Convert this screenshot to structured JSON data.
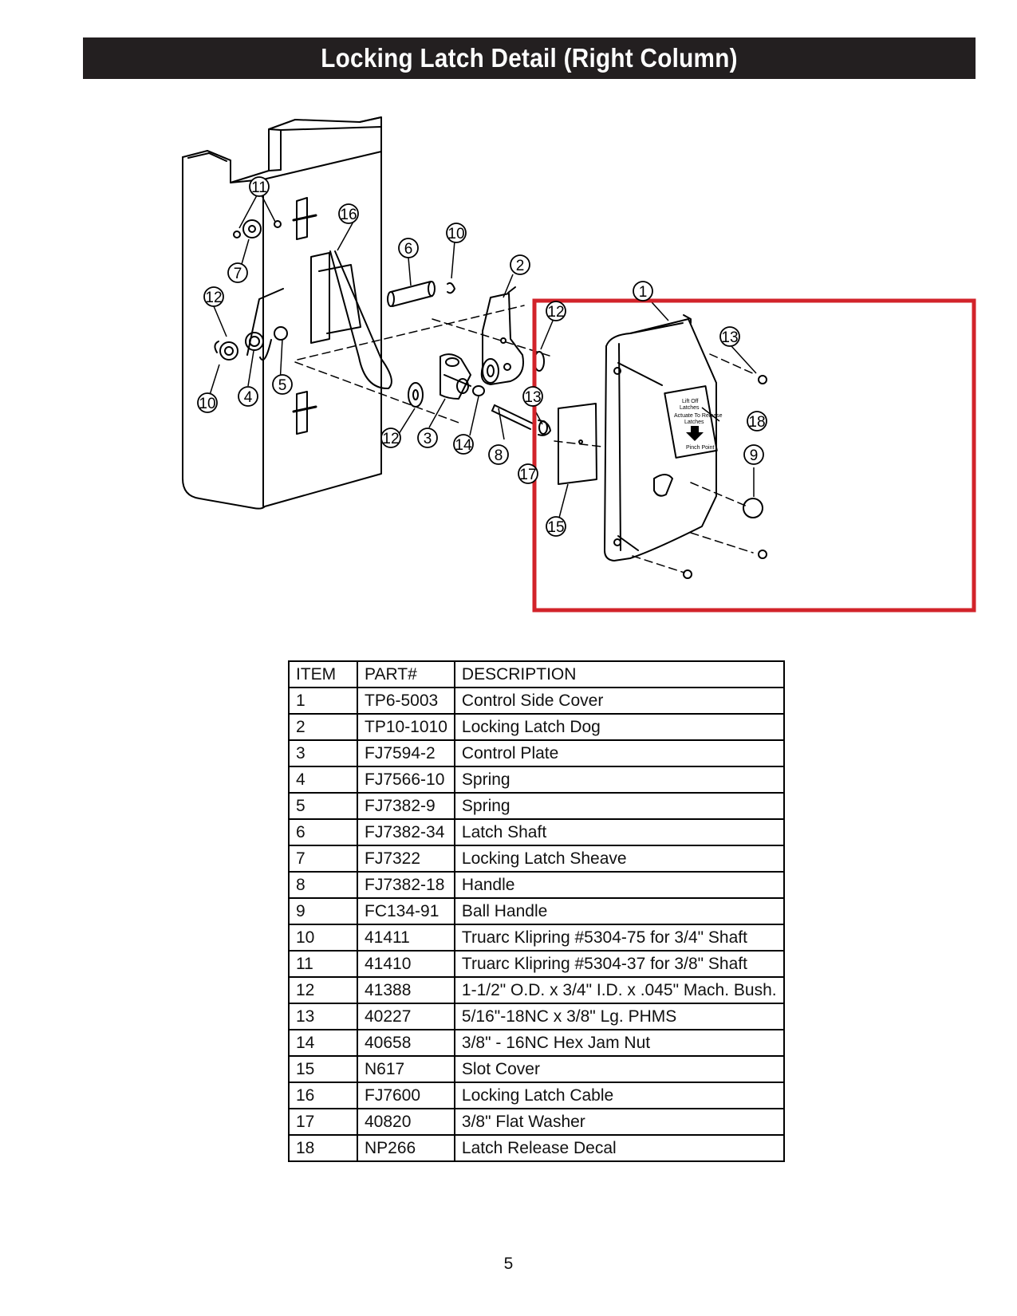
{
  "header": {
    "title": "Locking Latch Detail (Right Column)"
  },
  "diagram": {
    "callouts": {
      "c11": "11",
      "c16": "16",
      "c10a": "10",
      "c6": "6",
      "c2": "2",
      "c7": "7",
      "c12a": "12",
      "c1": "1",
      "c12b": "12",
      "c13": "13",
      "c10b": "10",
      "c4": "4",
      "c5": "5",
      "c13b": "13",
      "c18": "18",
      "c12c": "12",
      "c3": "3",
      "c14": "14",
      "c8": "8",
      "c9": "9",
      "c17": "17",
      "c15": "15"
    },
    "decal_lines": [
      "Lift Off",
      "Latches",
      "Actuate To Release",
      "Latches",
      "Pinch Point"
    ],
    "highlight_color": "#d2232a"
  },
  "table": {
    "headers": [
      "ITEM",
      "PART#",
      "DESCRIPTION"
    ],
    "rows": [
      [
        "1",
        "TP6-5003",
        "Control Side Cover"
      ],
      [
        "2",
        "TP10-1010",
        "Locking Latch Dog"
      ],
      [
        "3",
        "FJ7594-2",
        "Control Plate"
      ],
      [
        "4",
        "FJ7566-10",
        "Spring"
      ],
      [
        "5",
        "FJ7382-9",
        "Spring"
      ],
      [
        "6",
        "FJ7382-34",
        "Latch Shaft"
      ],
      [
        "7",
        "FJ7322",
        "Locking Latch Sheave"
      ],
      [
        "8",
        "FJ7382-18",
        "Handle"
      ],
      [
        "9",
        "FC134-91",
        "Ball Handle"
      ],
      [
        "10",
        "41411",
        "Truarc Klipring #5304-75 for 3/4\" Shaft"
      ],
      [
        "11",
        "41410",
        "Truarc Klipring #5304-37 for 3/8\" Shaft"
      ],
      [
        "12",
        "41388",
        "1-1/2\" O.D. x 3/4\" I.D. x .045\" Mach. Bush."
      ],
      [
        "13",
        "40227",
        "5/16\"-18NC x 3/8\" Lg. PHMS"
      ],
      [
        "14",
        "40658",
        "3/8\" - 16NC Hex Jam Nut"
      ],
      [
        "15",
        "N617",
        "Slot Cover"
      ],
      [
        "16",
        "FJ7600",
        "Locking Latch Cable"
      ],
      [
        "17",
        "40820",
        "3/8\" Flat Washer"
      ],
      [
        "18",
        "NP266",
        "Latch Release Decal"
      ]
    ]
  },
  "footer": {
    "page_number": "5"
  }
}
